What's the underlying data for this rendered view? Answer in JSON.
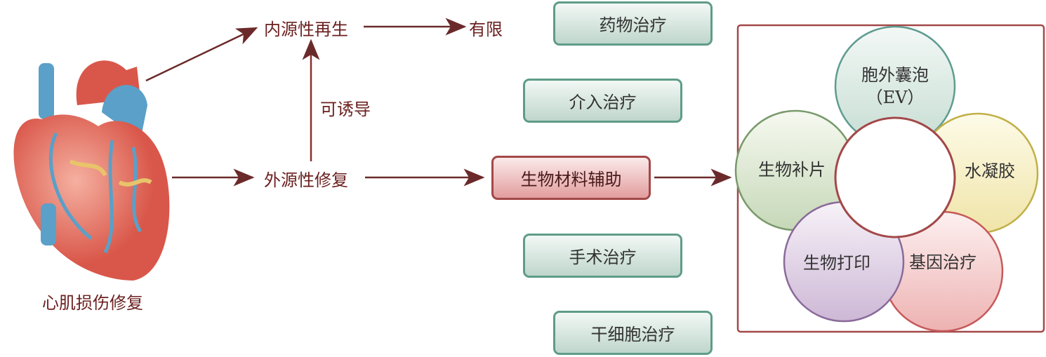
{
  "heart_label": "心肌损伤修复",
  "endogenous": "内源性再生",
  "limited": "有限",
  "inducible": "可诱导",
  "exogenous": "外源性修复",
  "therapies": [
    "药物治疗",
    "介入治疗",
    "生物材料辅助",
    "手术治疗",
    "干细胞治疗"
  ],
  "biomaterials": {
    "ev": "胞外囊泡",
    "ev_abbr": "（EV）",
    "hydrogel": "水凝胶",
    "gene": "基因治疗",
    "bioprint": "生物打印",
    "patch": "生物补片"
  },
  "colors": {
    "arrow": "#6b2a2a",
    "frame": "#a34848"
  }
}
